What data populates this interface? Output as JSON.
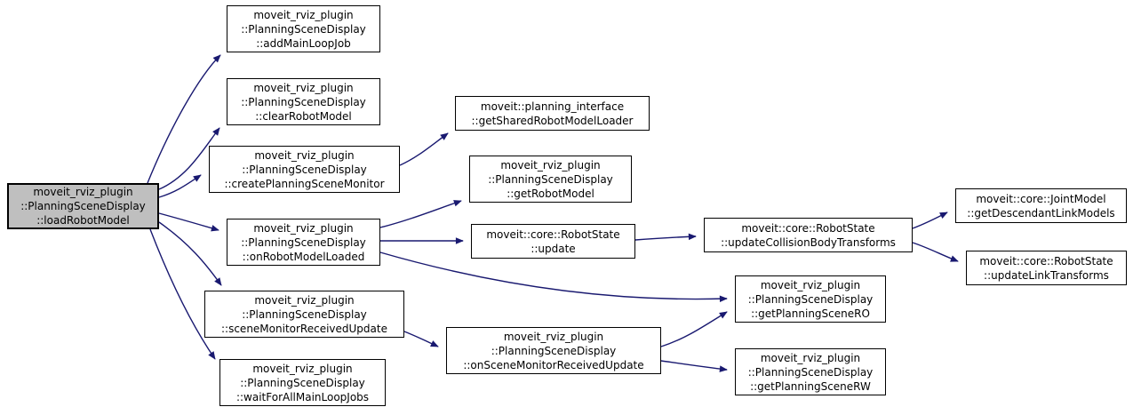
{
  "figure": {
    "kind": "doxygen-call-graph",
    "colors": {
      "edge": "#191970",
      "node_border": "#000000",
      "node_fill": "#ffffff",
      "highlight_fill": "#bfbfbf",
      "text": "#000000",
      "background": "#ffffff"
    },
    "nodes": {
      "loadRobotModel": {
        "highlighted": true,
        "lines": [
          "moveit_rviz_plugin",
          "::PlanningSceneDisplay",
          "::loadRobotModel"
        ]
      },
      "addMainLoopJob": {
        "highlighted": false,
        "lines": [
          "moveit_rviz_plugin",
          "::PlanningSceneDisplay",
          "::addMainLoopJob"
        ]
      },
      "clearRobotModel": {
        "highlighted": false,
        "lines": [
          "moveit_rviz_plugin",
          "::PlanningSceneDisplay",
          "::clearRobotModel"
        ]
      },
      "createPlanningSceneMonitor": {
        "highlighted": false,
        "lines": [
          "moveit_rviz_plugin",
          "::PlanningSceneDisplay",
          "::createPlanningSceneMonitor"
        ]
      },
      "getSharedRobotModelLoader": {
        "highlighted": false,
        "lines": [
          "moveit::planning_interface",
          "::getSharedRobotModelLoader"
        ]
      },
      "getRobotModel": {
        "highlighted": false,
        "lines": [
          "moveit_rviz_plugin",
          "::PlanningSceneDisplay",
          "::getRobotModel"
        ]
      },
      "onRobotModelLoaded": {
        "highlighted": false,
        "lines": [
          "moveit_rviz_plugin",
          "::PlanningSceneDisplay",
          "::onRobotModelLoaded"
        ]
      },
      "robotStateUpdate": {
        "highlighted": false,
        "lines": [
          "moveit::core::RobotState",
          "::update"
        ]
      },
      "updateCollisionBodyTransforms": {
        "highlighted": false,
        "lines": [
          "moveit::core::RobotState",
          "::updateCollisionBodyTransforms"
        ]
      },
      "getDescendantLinkModels": {
        "highlighted": false,
        "lines": [
          "moveit::core::JointModel",
          "::getDescendantLinkModels"
        ]
      },
      "updateLinkTransforms": {
        "highlighted": false,
        "lines": [
          "moveit::core::RobotState",
          "::updateLinkTransforms"
        ]
      },
      "sceneMonitorReceivedUpdate": {
        "highlighted": false,
        "lines": [
          "moveit_rviz_plugin",
          "::PlanningSceneDisplay",
          "::sceneMonitorReceivedUpdate"
        ]
      },
      "onSceneMonitorReceivedUpdate": {
        "highlighted": false,
        "lines": [
          "moveit_rviz_plugin",
          "::PlanningSceneDisplay",
          "::onSceneMonitorReceivedUpdate"
        ]
      },
      "getPlanningSceneRO": {
        "highlighted": false,
        "lines": [
          "moveit_rviz_plugin",
          "::PlanningSceneDisplay",
          "::getPlanningSceneRO"
        ]
      },
      "getPlanningSceneRW": {
        "highlighted": false,
        "lines": [
          "moveit_rviz_plugin",
          "::PlanningSceneDisplay",
          "::getPlanningSceneRW"
        ]
      },
      "waitForAllMainLoopJobs": {
        "highlighted": false,
        "lines": [
          "moveit_rviz_plugin",
          "::PlanningSceneDisplay",
          "::waitForAllMainLoopJobs"
        ]
      }
    },
    "edges": [
      {
        "from": "loadRobotModel",
        "to": "addMainLoopJob"
      },
      {
        "from": "loadRobotModel",
        "to": "clearRobotModel"
      },
      {
        "from": "loadRobotModel",
        "to": "createPlanningSceneMonitor"
      },
      {
        "from": "loadRobotModel",
        "to": "onRobotModelLoaded"
      },
      {
        "from": "loadRobotModel",
        "to": "sceneMonitorReceivedUpdate"
      },
      {
        "from": "loadRobotModel",
        "to": "waitForAllMainLoopJobs"
      },
      {
        "from": "createPlanningSceneMonitor",
        "to": "getSharedRobotModelLoader"
      },
      {
        "from": "onRobotModelLoaded",
        "to": "getRobotModel"
      },
      {
        "from": "onRobotModelLoaded",
        "to": "robotStateUpdate"
      },
      {
        "from": "onRobotModelLoaded",
        "to": "getPlanningSceneRO"
      },
      {
        "from": "robotStateUpdate",
        "to": "updateCollisionBodyTransforms"
      },
      {
        "from": "updateCollisionBodyTransforms",
        "to": "getDescendantLinkModels"
      },
      {
        "from": "updateCollisionBodyTransforms",
        "to": "updateLinkTransforms"
      },
      {
        "from": "sceneMonitorReceivedUpdate",
        "to": "onSceneMonitorReceivedUpdate"
      },
      {
        "from": "onSceneMonitorReceivedUpdate",
        "to": "getPlanningSceneRO"
      },
      {
        "from": "onSceneMonitorReceivedUpdate",
        "to": "getPlanningSceneRW"
      }
    ]
  }
}
